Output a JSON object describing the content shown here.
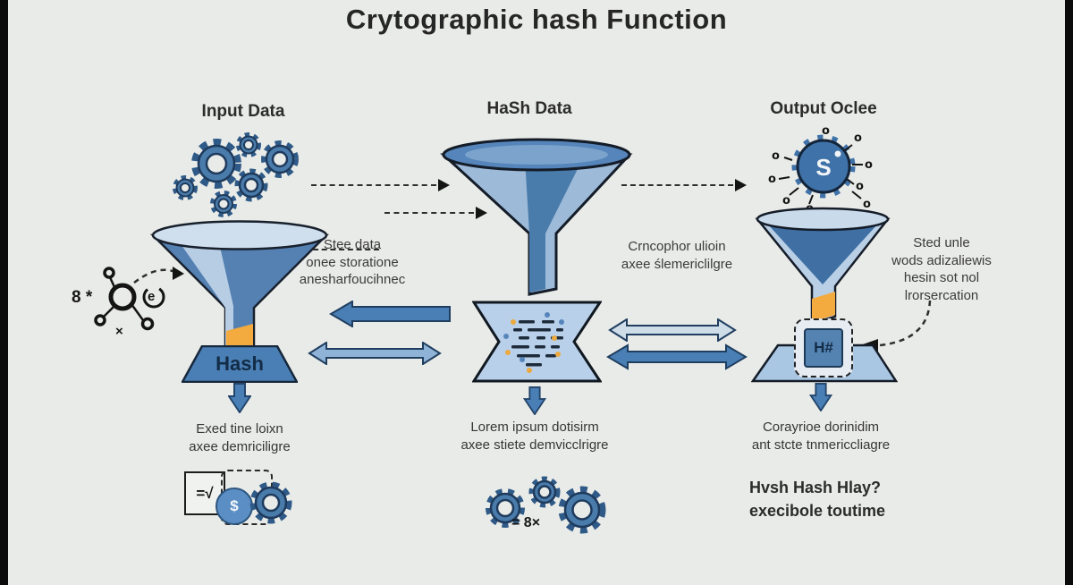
{
  "title": "Crytographic hash Function",
  "colors": {
    "background": "#e9ebe8",
    "funnel_blue": "#5480b2",
    "light_blue": "#b7cde4",
    "orange": "#f3aa3e",
    "gear_blue": "#4a7cab",
    "arrow_blue": "#4a7fb5",
    "outline": "#18202c"
  },
  "columns": {
    "input": {
      "header": "Input Data",
      "funnel_label": "Hash",
      "caption": [
        "Exed tine loixn",
        "axee demriciligre"
      ],
      "equation_label": "=√",
      "coin_label": "$"
    },
    "hash": {
      "header": "HaSh Data",
      "caption": [
        "Lorem ipsum dotisirm",
        "axee stiete demvicclrigre"
      ],
      "gear_formula": "= 8×"
    },
    "output": {
      "header": "Output Oclee",
      "sphere_label": "S",
      "chip_label": "H#",
      "caption": [
        "Corayrioe dorinidim",
        "ant stcte tnmericcliagre"
      ],
      "footer": [
        "Hvsh Hash Hlay?",
        "execibole toutime"
      ]
    }
  },
  "notes": {
    "left_of_center": [
      "Stee data",
      "onee storatione",
      "anesharfoucihnec"
    ],
    "right_of_center": [
      "Crncophor ulioin",
      "axee ślemericlilgre"
    ],
    "far_right": [
      "Sted unle",
      "wods adizaliewis",
      "hesin sot nol",
      "lrorsercation"
    ]
  },
  "doodles": {
    "molecule_label": "8 *",
    "molecule_times": "×",
    "molecule_e": "e"
  }
}
